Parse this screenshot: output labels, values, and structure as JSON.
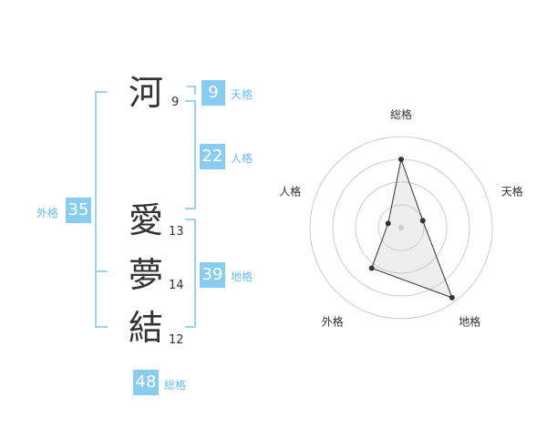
{
  "name": {
    "characters": [
      {
        "char": "河",
        "strokes": "9"
      },
      {
        "char": "愛",
        "strokes": "13"
      },
      {
        "char": "夢",
        "strokes": "14"
      },
      {
        "char": "結",
        "strokes": "12"
      }
    ]
  },
  "kaku": {
    "tenkaku": {
      "label": "天格",
      "value": "9"
    },
    "jinkaku": {
      "label": "人格",
      "value": "22"
    },
    "chikaku": {
      "label": "地格",
      "value": "39"
    },
    "gaikaku": {
      "label": "外格",
      "value": "35"
    },
    "soukaku": {
      "label": "総格",
      "value": "48"
    }
  },
  "colors": {
    "accent": "#88ccf0",
    "bracket": "#99d4f4",
    "label": "#66bbee"
  },
  "chart_data": {
    "type": "radar",
    "axes": [
      "総格",
      "天格",
      "地格",
      "外格",
      "人格"
    ],
    "values": [
      0.75,
      0.25,
      0.95,
      0.55,
      0.15
    ],
    "rings": 4,
    "scale_max": 1
  }
}
